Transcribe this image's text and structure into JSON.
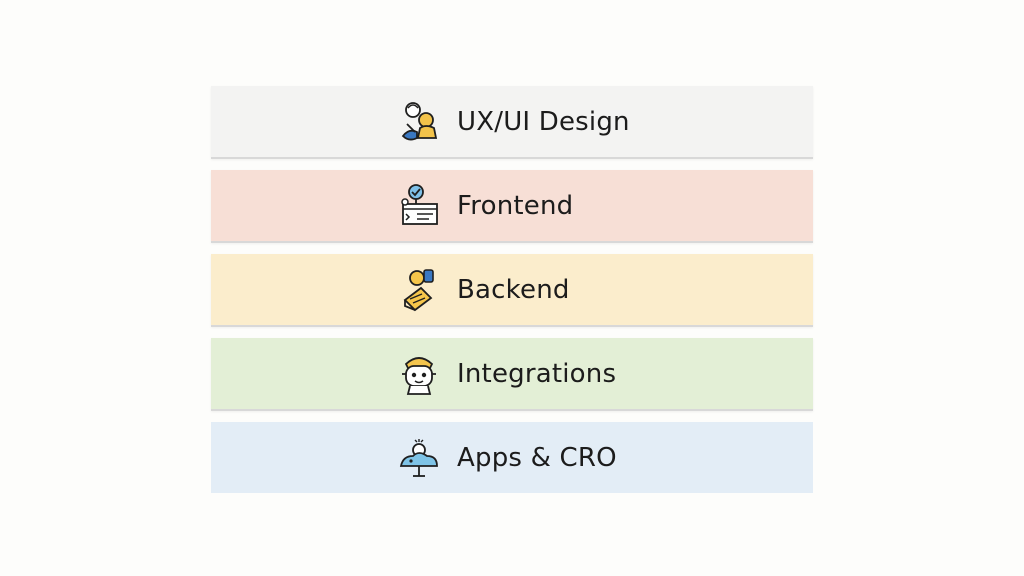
{
  "colors": {
    "page_background": "#fdfdfb",
    "text": "#1c1c1c",
    "outline": "#1f1f1f"
  },
  "layers": [
    {
      "label": "UX/UI Design",
      "icon": "designer-icon",
      "background": "#f3f3f2",
      "accent": "#f3c34a"
    },
    {
      "label": "Frontend",
      "icon": "frontend-code-icon",
      "background": "#f7dfd6",
      "accent": "#7fc0e8"
    },
    {
      "label": "Backend",
      "icon": "backend-server-icon",
      "background": "#fbedcc",
      "accent": "#f6c64b"
    },
    {
      "label": "Integrations",
      "icon": "integrations-robot-icon",
      "background": "#e3efd6",
      "accent": "#f4c54e"
    },
    {
      "label": "Apps & CRO",
      "icon": "apps-cloud-icon",
      "background": "#e3edf6",
      "accent": "#7ec3e6"
    }
  ]
}
